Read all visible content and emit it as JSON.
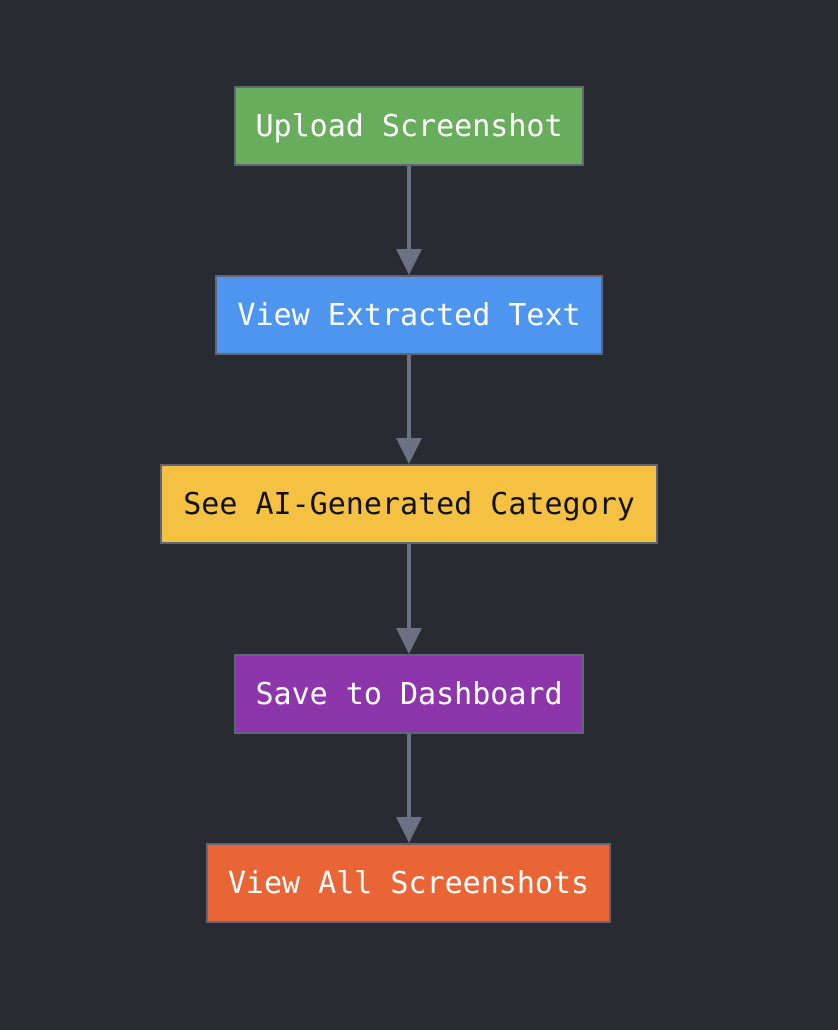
{
  "diagram": {
    "background": "#292b33",
    "edge_color": "#6b7284",
    "nodes": [
      {
        "label": "Upload Screenshot",
        "fill": "#67ad5b",
        "text_color": "#ffffff"
      },
      {
        "label": "View Extracted Text",
        "fill": "#4d95ee",
        "text_color": "#ffffff"
      },
      {
        "label": "See AI-Generated Category",
        "fill": "#f5c143",
        "text_color": "#111111"
      },
      {
        "label": "Save to Dashboard",
        "fill": "#8d35aa",
        "text_color": "#ffffff"
      },
      {
        "label": "View All Screenshots",
        "fill": "#e96535",
        "text_color": "#ffffff"
      }
    ],
    "edges": [
      {
        "from": 0,
        "to": 1
      },
      {
        "from": 1,
        "to": 2
      },
      {
        "from": 2,
        "to": 3
      },
      {
        "from": 3,
        "to": 4
      }
    ]
  }
}
